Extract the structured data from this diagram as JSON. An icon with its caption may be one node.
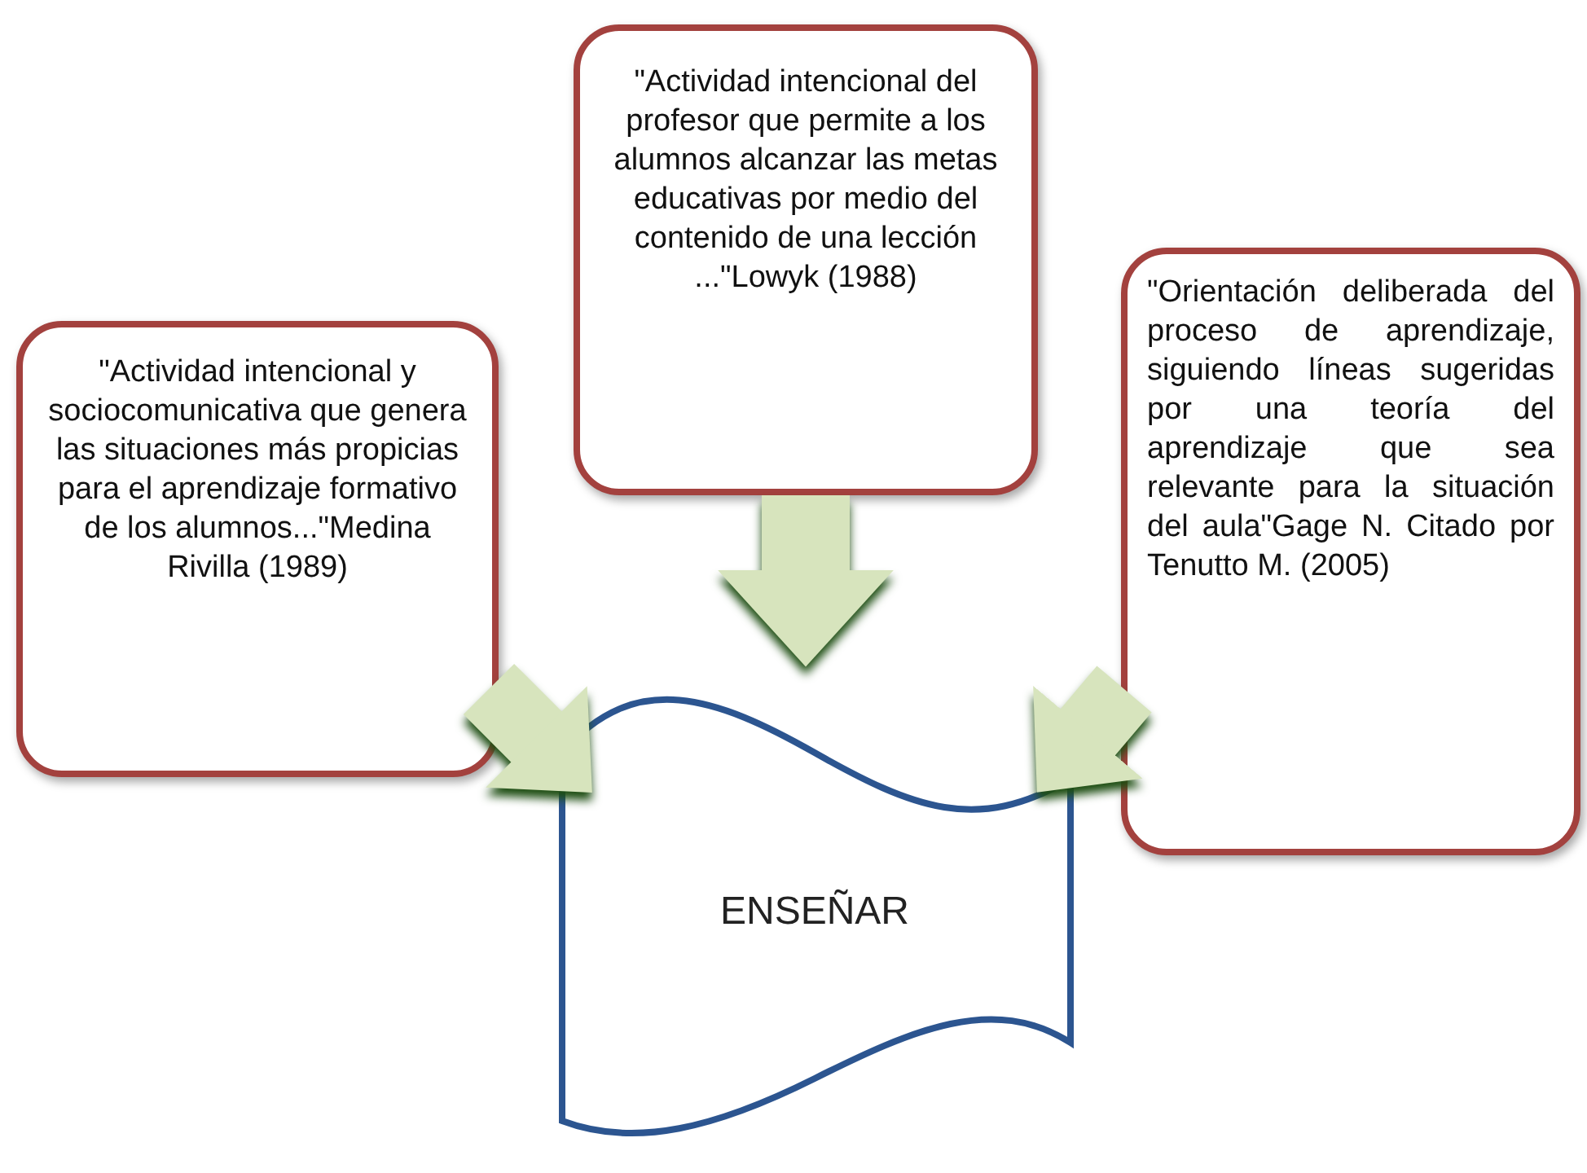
{
  "diagram": {
    "nodes": [
      {
        "text": [
          "\"Actividad intencional y sociocomunicativa que genera las situaciones más propicias para el aprendizaje formativo de los alumnos...\"Medina Rivilla (1989)"
        ]
      },
      {
        "text": [
          "\"Actividad intencional del profesor que permite a los alumnos alcanzar las metas educativas por medio del contenido de una lección ...\"Lowyk (1988)"
        ]
      },
      {
        "text": [
          "\"Orientación deliberada del proceso de aprendizaje, siguiendo líneas sugeridas por una teoría del aprendizaje que sea relevante para la situación del aula\"Gage N. Citado por Tenutto M. (2005)"
        ]
      },
      {
        "text": [
          "ENSEÑAR"
        ]
      }
    ],
    "edges": [
      {
        "from": 0,
        "to": 3,
        "arrow": "to"
      },
      {
        "from": 1,
        "to": 3,
        "arrow": "to"
      },
      {
        "from": 2,
        "to": 3,
        "arrow": "to"
      }
    ]
  }
}
